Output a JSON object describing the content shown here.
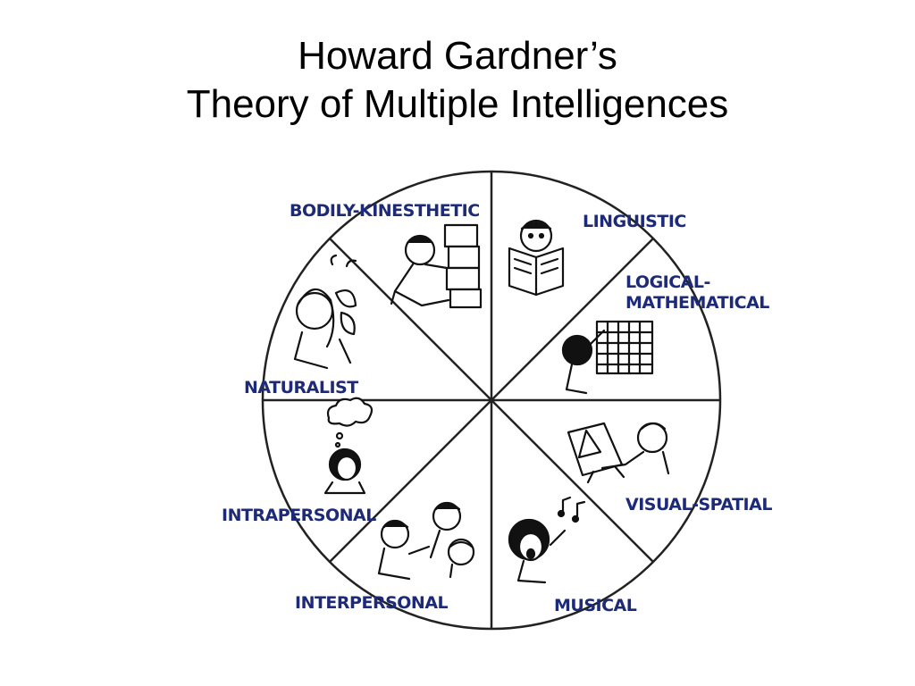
{
  "title": {
    "line1": "Howard Gardner’s",
    "line2": "Theory of Multiple Intelligences"
  },
  "colors": {
    "label": "#1d2a78",
    "line": "#222222",
    "background": "#ffffff"
  },
  "segments": [
    {
      "label": "BODILY-KINESTHETIC",
      "icon": "person-lifting-boxes-icon"
    },
    {
      "label": "LINGUISTIC",
      "icon": "person-reading-book-icon"
    },
    {
      "label": "LOGICAL-",
      "label2": "MATHEMATICAL",
      "icon": "person-at-grid-board-icon"
    },
    {
      "label": "VISUAL-SPATIAL",
      "icon": "person-drawing-easel-icon"
    },
    {
      "label": "MUSICAL",
      "icon": "person-singing-notes-icon"
    },
    {
      "label": "INTERPERSONAL",
      "icon": "people-group-talking-icon"
    },
    {
      "label": "INTRAPERSONAL",
      "icon": "person-thinking-cloud-icon"
    },
    {
      "label": "NATURALIST",
      "icon": "person-holding-plant-icon"
    }
  ]
}
